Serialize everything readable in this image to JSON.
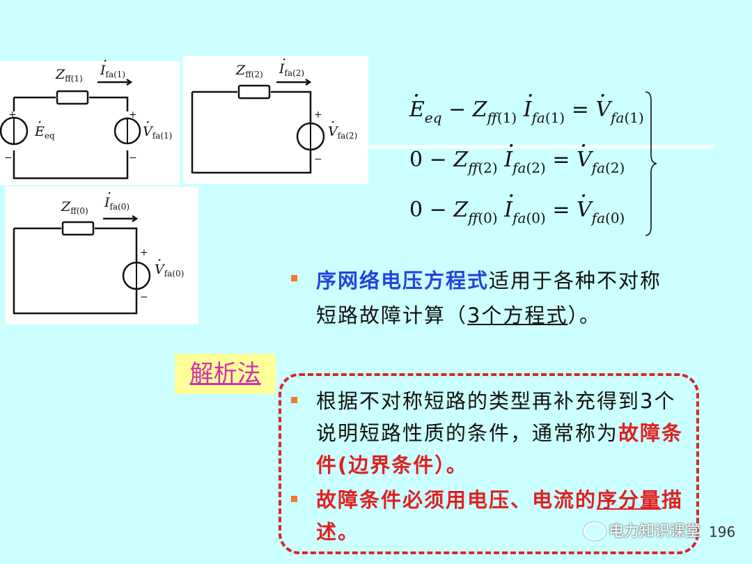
{
  "circuits": [
    {
      "impedance": "Z",
      "impedance_sub": "ff(1)",
      "current": "I",
      "current_sub": "fa(1)",
      "voltage": "V",
      "voltage_sub": "fa(1)",
      "source": "E",
      "source_sub": "eq"
    },
    {
      "impedance": "Z",
      "impedance_sub": "ff(2)",
      "current": "I",
      "current_sub": "fa(2)",
      "voltage": "V",
      "voltage_sub": "fa(2)"
    },
    {
      "impedance": "Z",
      "impedance_sub": "ff(0)",
      "current": "I",
      "current_sub": "fa(0)",
      "voltage": "V",
      "voltage_sub": "fa(0)"
    }
  ],
  "signs": {
    "plus": "+",
    "minus": "−"
  },
  "equations": [
    {
      "lhs_a": "E",
      "lhs_a_sub": "eq",
      "op": "−",
      "z": "Z",
      "z_sub": "ff",
      "z_idx": "(1)",
      "i": "I",
      "i_sub": "fa",
      "i_idx": "(1)",
      "eq": "=",
      "v": "V",
      "v_sub": "fa",
      "v_idx": "(1)"
    },
    {
      "lhs_a": "0",
      "op": "−",
      "z": "Z",
      "z_sub": "ff",
      "z_idx": "(2)",
      "i": "I",
      "i_sub": "fa",
      "i_idx": "(2)",
      "eq": "=",
      "v": "V",
      "v_sub": "fa",
      "v_idx": "(2)"
    },
    {
      "lhs_a": "0",
      "op": "−",
      "z": "Z",
      "z_sub": "ff",
      "z_idx": "(0)",
      "i": "I",
      "i_sub": "fa",
      "i_idx": "(0)",
      "eq": "=",
      "v": "V",
      "v_sub": "fa",
      "v_idx": "(0)"
    }
  ],
  "bullet1": {
    "highlight": "序网络电压方程式",
    "text_a": "适用于各种不对称短路故障计算（",
    "underlined": "3个方程式",
    "text_b": "）。"
  },
  "tag_label": "解析法",
  "bullet2": {
    "text": "根据不对称短路的类型再补充得到3个说明短路性质的条件，通常称为",
    "highlight": "故障条件(边界条件）。"
  },
  "bullet3": {
    "text": "故障条件必须用电压、电流的",
    "underlined": "序分量",
    "text_b": "描述。"
  },
  "watermark": "电力知识课堂",
  "page_number": "196",
  "colors": {
    "background": "#ccffff",
    "accent_blue": "#2244dd",
    "accent_red": "#e02020",
    "bullet": "#f07830",
    "tag_bg": "#ffff99",
    "tag_text": "#cc33aa"
  }
}
